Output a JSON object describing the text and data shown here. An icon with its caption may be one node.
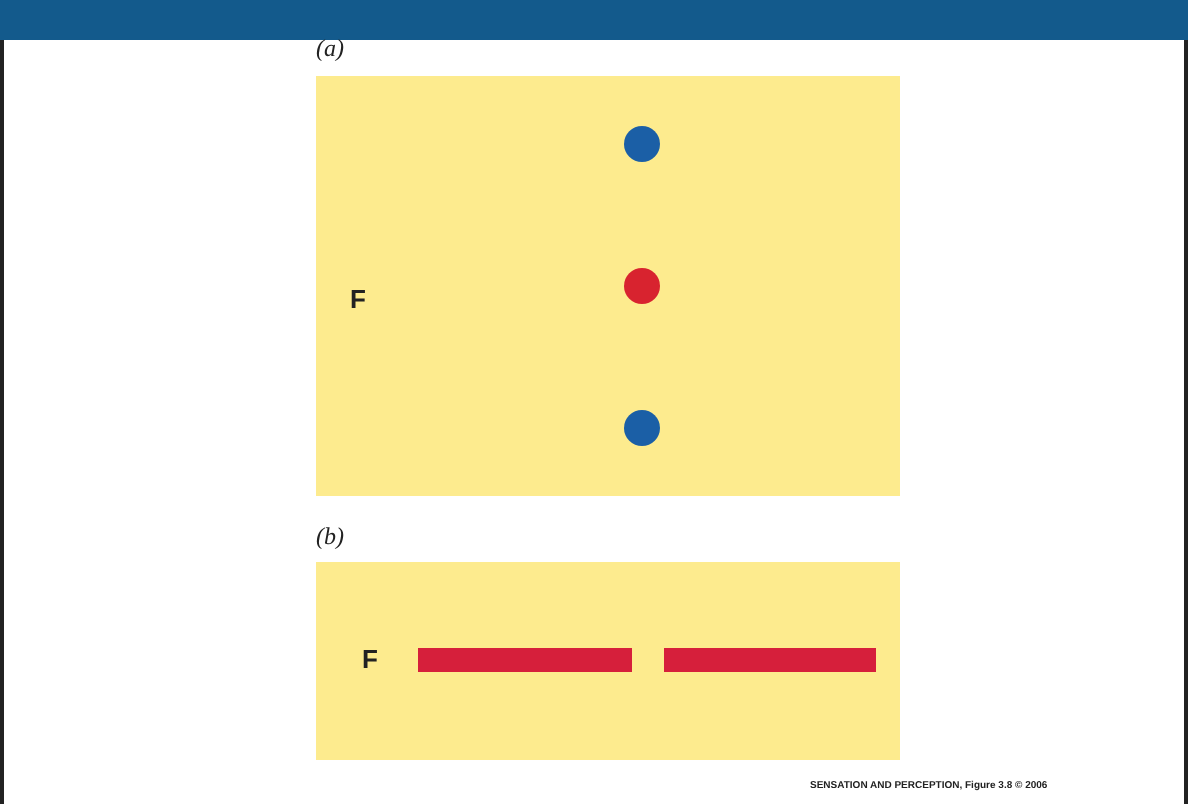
{
  "diagram": {
    "labels": [
      "(a)",
      "F",
      "(b)",
      "F",
      "SENSATION AND PERCEPTION, Figure 3.8 © 2006"
    ]
  }
}
